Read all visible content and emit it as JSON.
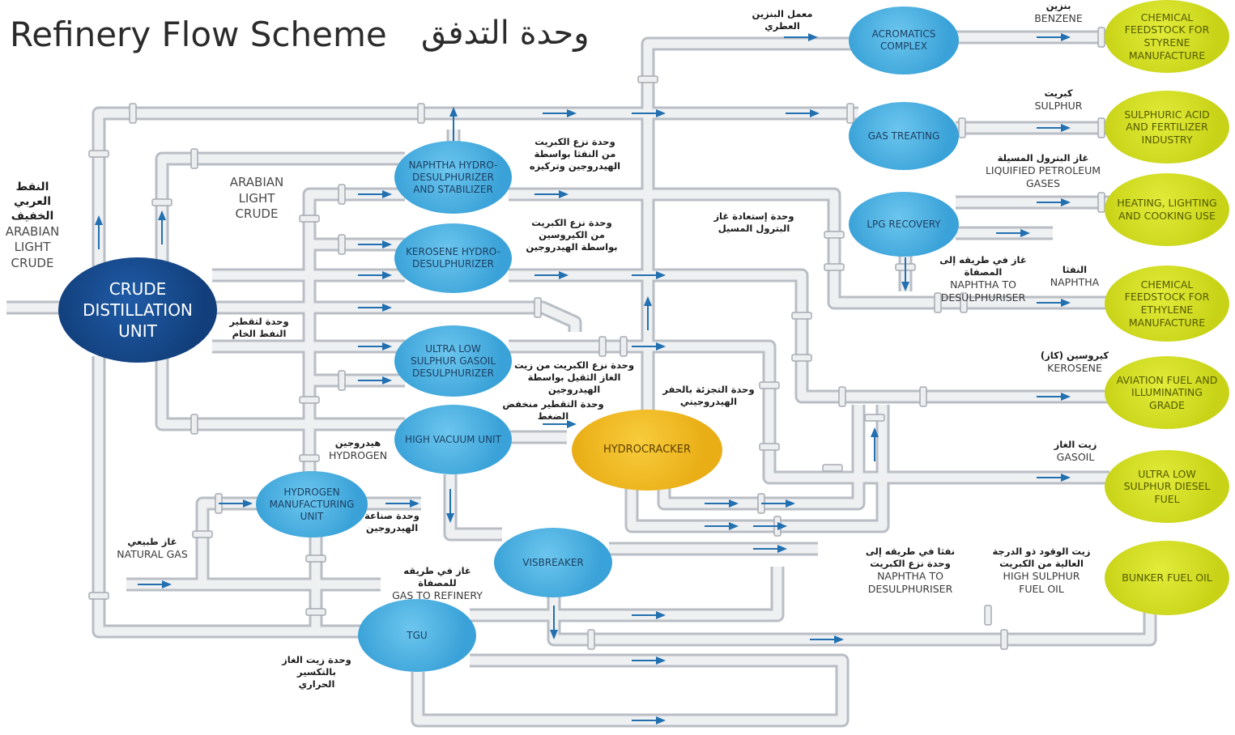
{
  "title": {
    "en": "Refinery Flow Scheme",
    "ar": "وحدة التدفق"
  },
  "units": {
    "cdu": "CRUDE DISTILLATION UNIT",
    "naphtha_hds": "NAPHTHA HYDRO-DESULPHURIZER AND STABILIZER",
    "kerosene_hds": "KEROSENE HYDRO-DESULPHURIZER",
    "ulsg_hds": "ULTRA LOW SULPHUR GASOIL DESULPHURIZER",
    "hvu": "HIGH VACUUM UNIT",
    "hydrocracker": "HYDROCRACKER",
    "hmu": "HYDROGEN MANUFACTURING UNIT",
    "visbreaker": "VISBREAKER",
    "tgu": "TGU",
    "aromatics": "ACROMATICS COMPLEX",
    "gas_treating": "GAS TREATING",
    "lpg_recovery": "LPG RECOVERY"
  },
  "products": {
    "styrene": "CHEMICAL FEEDSTOCK FOR STYRENE MANUFACTURE",
    "sulphuric": "SULPHURIC ACID AND FERTILIZER INDUSTRY",
    "heating": "HEATING, LIGHTING AND COOKING USE",
    "ethylene": "CHEMICAL FEEDSTOCK FOR ETHYLENE MANUFACTURE",
    "aviation": "AVIATION FUEL AND ILLUMINATING GRADE",
    "ulsd": "ULTRA LOW SULPHUR DIESEL FUEL",
    "bunker": "BUNKER FUEL OIL"
  },
  "labels": {
    "arabian_crude_left": {
      "ar": "النفط العربي الخفيف",
      "en": "ARABIAN LIGHT CRUDE"
    },
    "arabian_crude_mid": {
      "en": "ARABIAN LIGHT CRUDE"
    },
    "cdu_ar": {
      "ar": "وحدة لتقطير النفط الخام"
    },
    "aromatics_ar": {
      "ar": "معمل البنزين العطري"
    },
    "benzene": {
      "ar": "بنزين",
      "en": "BENZENE"
    },
    "sulphur": {
      "ar": "كبريت",
      "en": "SULPHUR"
    },
    "lpg": {
      "ar": "غاز البترول المسيلة",
      "en": "LIQUIFIED PETROLEUM GASES"
    },
    "naphtha_hds_ar": {
      "ar": "وحدة نزع الكبريت من النفثا بواسطة الهيدروجين وتركيزه"
    },
    "kerosene_hds_ar": {
      "ar": "وحدة نزع الكبريت من الكيروسين بواسطة الهيدروجين"
    },
    "lpg_recovery_ar": {
      "ar": "وحدة إستعادة غاز البترول المسيل"
    },
    "naphtha_to_desulph_gas": {
      "ar": "غاز في طريقه إلى المصفاة",
      "en": "NAPHTHA TO DESULPHURISER"
    },
    "naphtha": {
      "ar": "النفثا",
      "en": "NAPHTHA"
    },
    "ulsg_ar": {
      "ar": "وحدة نزع الكبريت من زيت الغاز الثقيل بواسطة الهيدروجين"
    },
    "kerosene": {
      "ar": "كيروسين (كاز)",
      "en": "KEROSENE"
    },
    "hvu_ar": {
      "ar": "وحدة التقطير منخفض الضغط"
    },
    "hydrocracker_ar": {
      "ar": "وحدة التجزئة بالحفر الهيدروجيني"
    },
    "hydrogen": {
      "ar": "هيدروجين",
      "en": "HYDROGEN"
    },
    "gasoil": {
      "ar": "زيت الغاز",
      "en": "GASOIL"
    },
    "hmu_ar": {
      "ar": "وحدة صناعة الهيدروجين"
    },
    "natural_gas": {
      "ar": "غاز طبيعي",
      "en": "NATURAL GAS"
    },
    "gas_to_refinery": {
      "ar": "غاز في طريقه للمصفاة",
      "en": "GAS TO REFINERY"
    },
    "naphtha_to_desulph_bottom": {
      "ar": "نفثا في طريقه إلى وحدة نزع الكبريت",
      "en": "NAPHTHA TO DESULPHURISER"
    },
    "hsfo": {
      "ar": "زيت الوقود ذو الدرجة العالية من الكبريت",
      "en": "HIGH SULPHUR FUEL OIL"
    },
    "tgu_ar": {
      "ar": "وحدة زيت الغاز بالتكسير الحراري"
    }
  }
}
